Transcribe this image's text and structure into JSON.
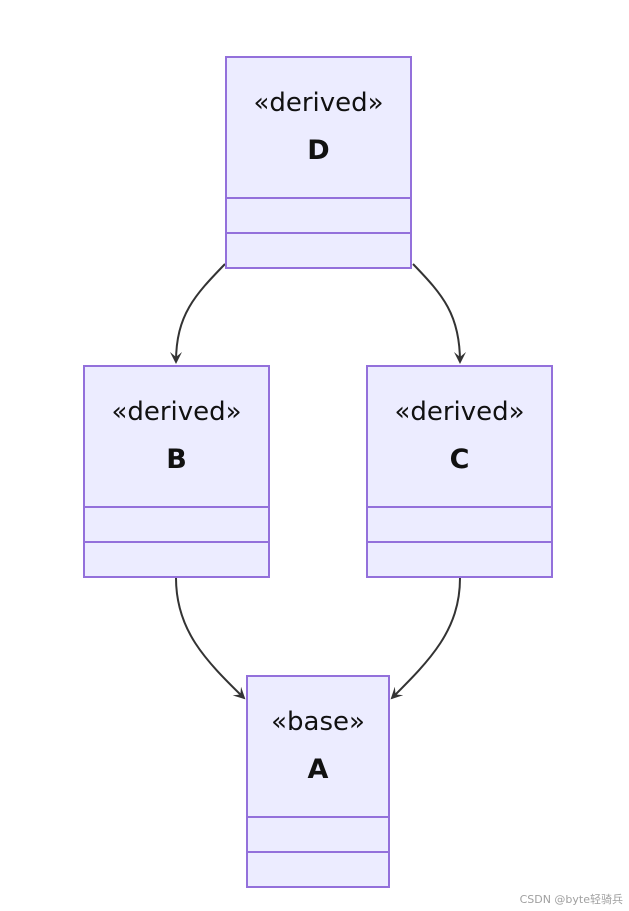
{
  "colors": {
    "box_fill": "#ececff",
    "box_border": "#9370db",
    "edge": "#333333",
    "text": "#111111"
  },
  "classes": {
    "d": {
      "stereotype": "«derived»",
      "name": "D"
    },
    "b": {
      "stereotype": "«derived»",
      "name": "B"
    },
    "c": {
      "stereotype": "«derived»",
      "name": "C"
    },
    "a": {
      "stereotype": "«base»",
      "name": "A"
    }
  },
  "edges": [
    {
      "from": "D",
      "to": "B"
    },
    {
      "from": "D",
      "to": "C"
    },
    {
      "from": "B",
      "to": "A"
    },
    {
      "from": "C",
      "to": "A"
    }
  ],
  "watermark": "CSDN @byte轻骑兵"
}
